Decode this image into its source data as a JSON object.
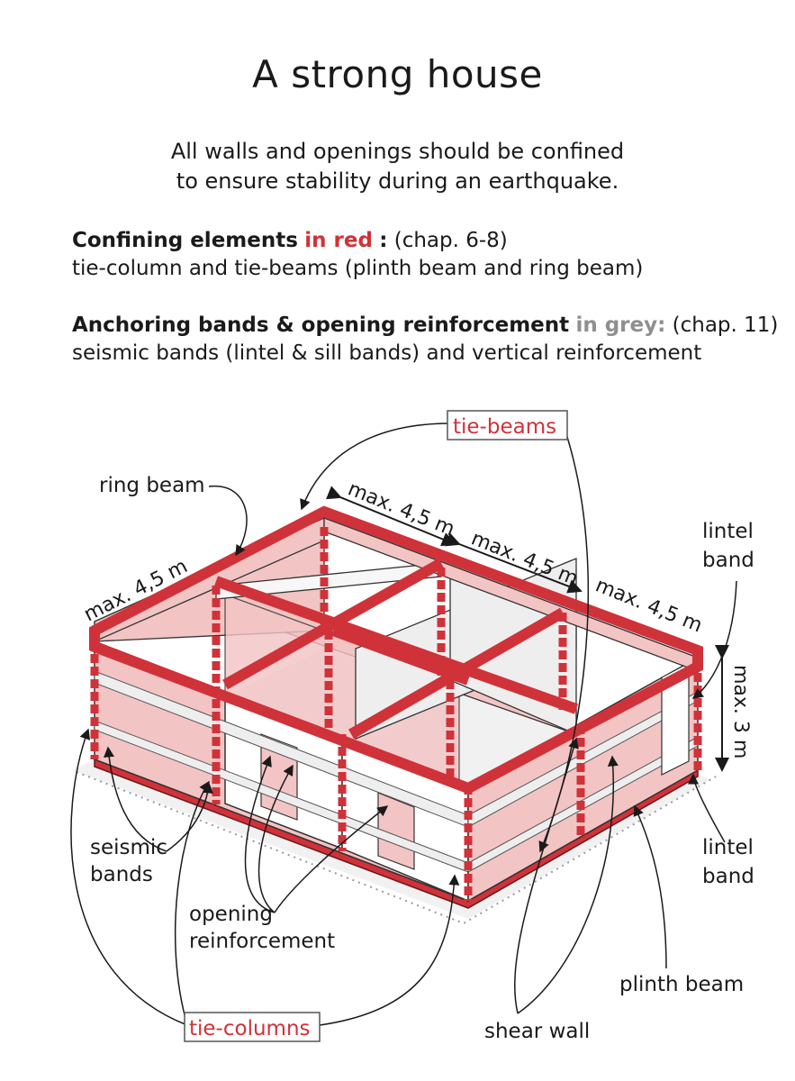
{
  "title": "A strong house",
  "intro": {
    "line1": "All walls and openings should be confined",
    "line2": "to ensure stability during an earthquake."
  },
  "confining": {
    "heading": "Confining elements",
    "color_word": "in red",
    "colon": ":",
    "chapter": "(chap. 6-8)",
    "description": "tie-column and tie-beams (plinth beam and ring beam)"
  },
  "anchoring": {
    "heading": "Anchoring bands & opening reinforcement",
    "color_word": "in grey:",
    "chapter": "(chap. 11)",
    "description": "seismic bands (lintel & sill bands) and vertical reinforcement"
  },
  "labels": {
    "tie_beams": "tie-beams",
    "ring_beam": "ring beam",
    "dim_left": "max. 4,5 m",
    "dim_top1": "max. 4,5 m",
    "dim_top2": "max. 4,5 m",
    "dim_top3": "max. 4,5 m",
    "dim_height": "max. 3 m",
    "lintel_band_top_1": "lintel",
    "lintel_band_top_2": "band",
    "lintel_band_bottom_1": "lintel",
    "lintel_band_bottom_2": "band",
    "seismic_bands_1": "seismic",
    "seismic_bands_2": "bands",
    "opening_reinforcement_1": "opening",
    "opening_reinforcement_2": "reinforcement",
    "tie_columns": "tie-columns",
    "shear_wall": "shear wall",
    "plinth_beam": "plinth beam"
  },
  "colors": {
    "confining_red": "#d0323a",
    "wall_pink": "#f3c4c4",
    "anchoring_grey": "#8f8f8f"
  }
}
